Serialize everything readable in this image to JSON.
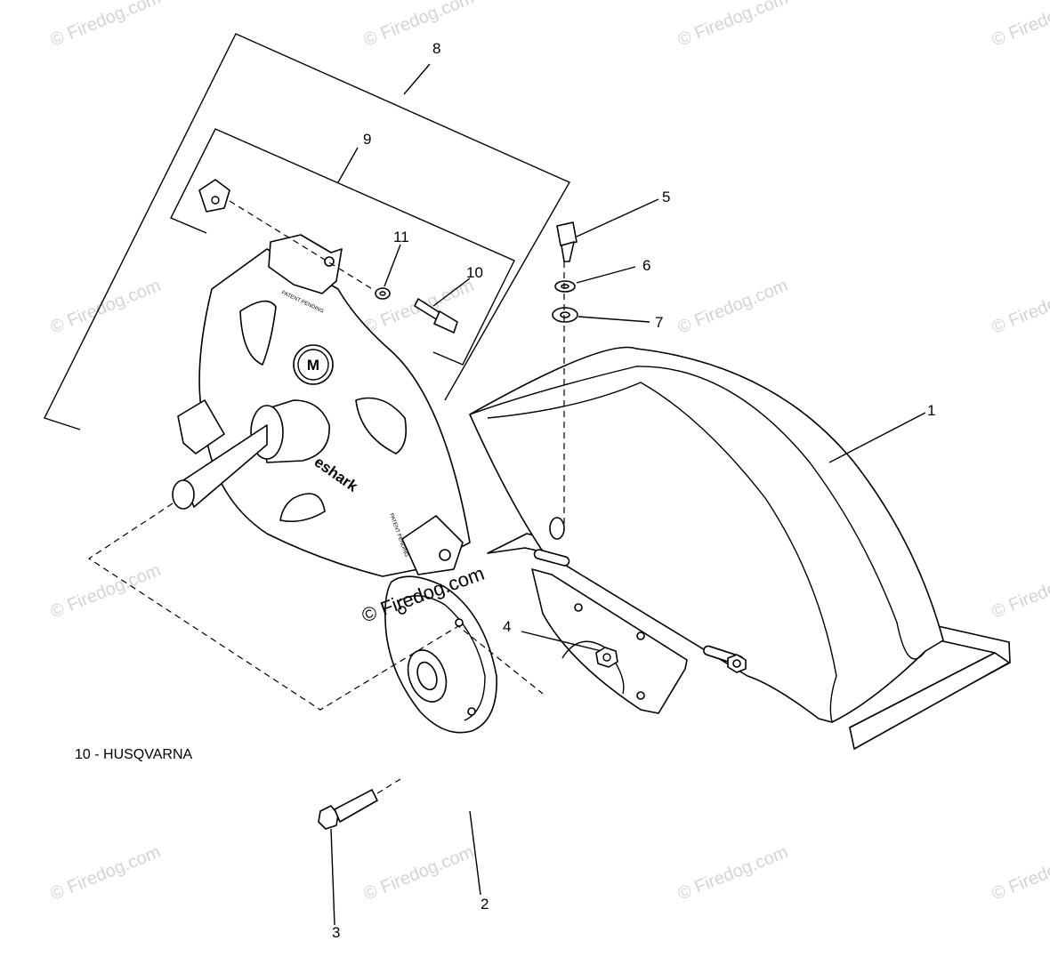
{
  "callouts": {
    "c1": "1",
    "c2": "2",
    "c3": "3",
    "c4": "4",
    "c5": "5",
    "c6": "6",
    "c7": "7",
    "c8": "8",
    "c9": "9",
    "c10": "10",
    "c11": "11"
  },
  "footnote": "10 - HUSQVARNA",
  "watermark": {
    "text": "© Firedog.com",
    "main_text": "© Firedog.com"
  },
  "part_markings": {
    "brand": "eshark",
    "patent_1": "PATENT PENDING",
    "patent_2": "PATENT PENDING"
  },
  "colors": {
    "line": "#000000",
    "watermark": "#d3d3d3",
    "background": "#ffffff"
  }
}
